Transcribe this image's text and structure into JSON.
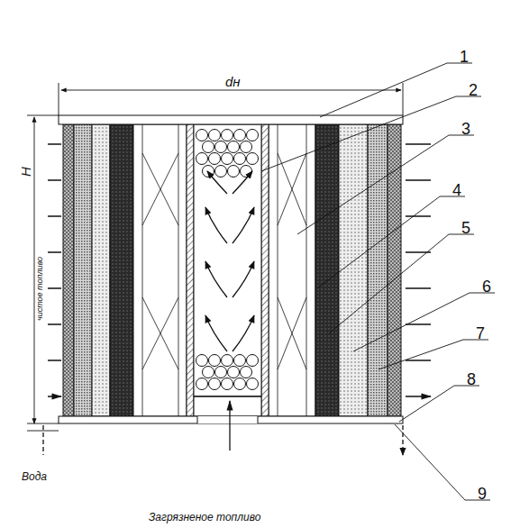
{
  "diagram": {
    "labels": [
      "dн",
      "H",
      "чистое топливо",
      "Вода",
      "Загрязненое топливо",
      "1",
      "2",
      "3",
      "4",
      "5",
      "6",
      "7",
      "8",
      "9"
    ]
  }
}
